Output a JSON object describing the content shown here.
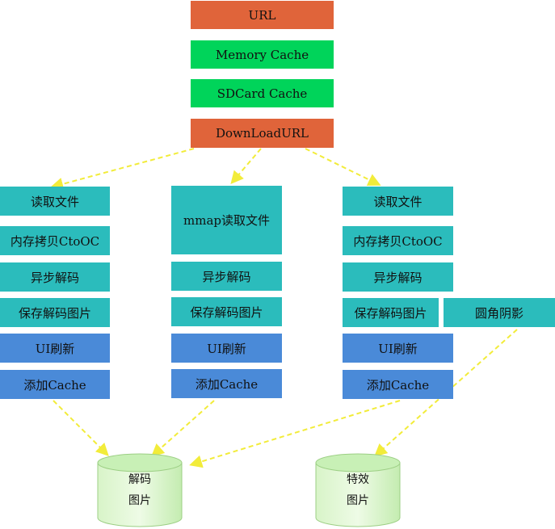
{
  "colors": {
    "orange": "#e0643a",
    "green": "#00d45a",
    "teal": "#2bbcbc",
    "blue": "#4a8ad8",
    "arrow": "#f2ec3a",
    "cylinder_top": "#c8f0b6",
    "cylinder_body": "#e6f8dc"
  },
  "top": {
    "url": "URL",
    "memory_cache": "Memory Cache",
    "sdcard_cache": "SDCard Cache",
    "download_url": "DownLoadURL"
  },
  "left_column": {
    "read_file": "读取文件",
    "memcopy": "内存拷贝CtoOC",
    "async_decode": "异步解码",
    "save_decoded": "保存解码图片",
    "ui_refresh": "UI刷新",
    "add_cache": "添加Cache"
  },
  "middle_column": {
    "mmap_read": "mmap读取文件",
    "async_decode": "异步解码",
    "save_decoded": "保存解码图片",
    "ui_refresh": "UI刷新",
    "add_cache": "添加Cache"
  },
  "right_column": {
    "read_file": "读取文件",
    "memcopy": "内存拷贝CtoOC",
    "async_decode": "异步解码",
    "save_decoded": "保存解码图片",
    "rounded_shadow": "圆角阴影",
    "ui_refresh": "UI刷新",
    "add_cache": "添加Cache"
  },
  "cylinders": {
    "decoded": {
      "line1": "解码",
      "line2": "图片"
    },
    "effects": {
      "line1": "特效",
      "line2": "图片"
    }
  }
}
